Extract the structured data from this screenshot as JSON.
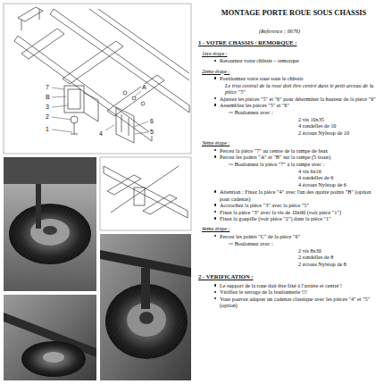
{
  "diagram": {
    "title": "MONTAGE PORTE ROUE SOUS CHASSIS",
    "labels": [
      "7",
      "B",
      "3",
      "2",
      "1",
      "A",
      "6",
      "5",
      "4",
      "(Reference : 6676)",
      "1 - VOTRE CHASSIS / REMORQUE :",
      "1ère étape :",
      "Retournez votre châssis – remorque",
      "2ème étape :",
      "Positionnez votre roue sous le châssis",
      "Le trou central de la roue doit être centré dans le petit arceau de la pièce \"5\"",
      "Ajustez les pièces \"5\" et \"6\" pour déterminer la hauteur de la pièce \"6\"",
      "Assemblez les pièces \"5\" et \"6\"",
      "⇨ Boulonnez avec :",
      "2 vis 10x35",
      "4 rondelles de 10",
      "2 écrous Nylstop de 10",
      "3ème étape :",
      "Percez la pièce \"7\" au centre de la rampe de feux",
      "Percez les points \"A\" et \"B\" sur la rampe (5 trous)",
      "⇨ Boulonnez la pièce \"7\" à la rampe avec :",
      "4 vis 6x16",
      "4 rondelles de 6",
      "4 écrous Nylstop de 6",
      "Attention : Fixez la pièce \"4\" avec l'un des quatre points \"B\" (option pour cadenas)",
      "Accrochez la pièce \"3\" avec la pièce \"5\"",
      "Fixez la pièce \"3\" avec la vis de 10x60 (voir pièce \"1\")",
      "Fixez la goupille (voir pièce \"2\") dans la pièce \"1\"",
      "4ème étape :",
      "Percez les points \"C\" de la pièce \"6\"",
      "⇨ Boulonnez avec :",
      "2 vis 8x30",
      "2 rondelles de 8",
      "2 écrous Nylstop de 8",
      "2 - VERIFICATION :",
      "Le support de la roue doit être fixé à l'arrière et centré !",
      "Vérifiez le serrage de la boulonnerie !!!",
      "Vous pouvez adapter un cadenas classique avec les pièces \"4\" et \"5\" (option)"
    ]
  }
}
